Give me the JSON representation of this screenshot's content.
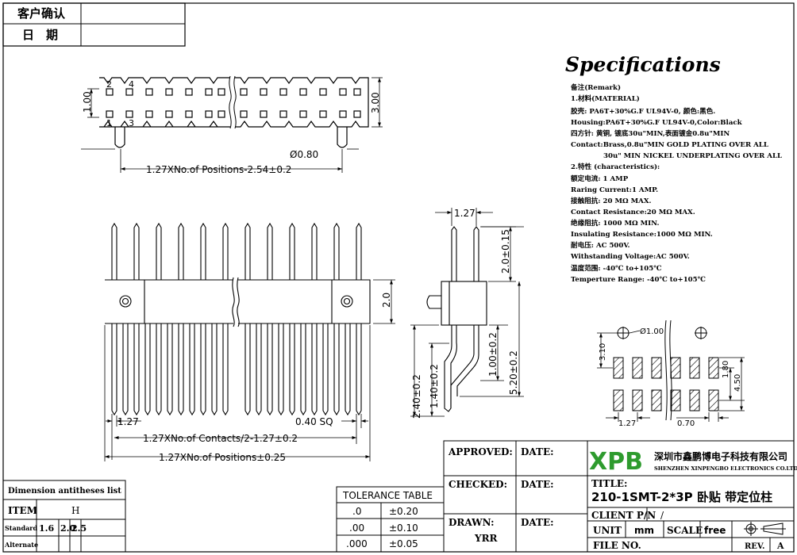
{
  "corner_box": {
    "customer_confirm": "客户确认",
    "date": "日　期"
  },
  "spec": {
    "title": "Specifications",
    "lines": [
      "备注(Remark)",
      "1.材料(MATERIAL)",
      "胶壳: PA6T+30%G.F UL94V-0, 颜色:黑色.",
      "Housing:PA6T+30%G.F UL94V-0,Color:Black",
      "四方针: 黄铜, 镀底30u\"MIN,表面镀金0.8u\"MIN",
      "Contact:Brass,0.8u\"MIN GOLD PLATING OVER ALL",
      "30u\" MIN NICKEL UNDERPLATING OVER ALL",
      "2.特性 (characteristics):",
      "额定电流: 1 AMP",
      "Raring Current:1 AMP.",
      "接触阻抗: 20 MΩ MAX.",
      "Contact Resistance:20 MΩ MAX.",
      "绝缘阻抗: 1000 MΩ MIN.",
      "Insulating Resistance:1000 MΩ  MIN.",
      "耐电压: AC 500V.",
      "Withstanding Voltage:AC 500V.",
      "温度范围: -40℃ to+105℃",
      "Temperture Range: -40℃ to+105℃"
    ]
  },
  "top_view": {
    "dim_height": "1.00",
    "dim_total": "3.00",
    "pin_label_2": "2",
    "pin_label_4": "4",
    "pin_label_1": "1",
    "pin_label_3": "3",
    "dim_peg": "Ø0.80",
    "dim_length": "1.27XNo.of Positions-2.54±0.2"
  },
  "front_view": {
    "dim_body": "2.0",
    "dim_pitch": "1.27",
    "dim_sq": "0.40 SQ",
    "dim_contacts": "1.27XNo.of Contacts/2-1.27±0.2",
    "dim_positions": "1.27XNo.of Positions±0.25"
  },
  "side_view": {
    "dim_pitch": "1.27",
    "dim_top": "2.0±0.15",
    "dim_a": "2.40±0.2",
    "dim_b": "1.40±0.2",
    "dim_c": "1.00±0.2",
    "dim_d": "5.20±0.2"
  },
  "pcb_layout": {
    "dim_hole": "Ø1.00",
    "dim_310": "3.10",
    "dim_180": "1.80",
    "dim_450": "4.50",
    "dim_127": "1.27",
    "dim_070": "0.70"
  },
  "dimension_list": {
    "title": "Dimension antitheses list",
    "item_label": "ITEM",
    "item_value": "H",
    "standard_label": "Standard",
    "standard_values": [
      "1.6",
      "2.0",
      "2.5"
    ],
    "alternate_label": "Alternate"
  },
  "tolerance": {
    "title": "TOLERANCE TABLE",
    "rows": [
      {
        "digits": ".0",
        "tol": "±0.20"
      },
      {
        "digits": ".00",
        "tol": "±0.10"
      },
      {
        "digits": ".000",
        "tol": "±0.05"
      }
    ]
  },
  "title_block": {
    "approved": "APPROVED:",
    "checked": "CHECKED:",
    "drawn": "DRAWN:",
    "drawn_by": "YRR",
    "date1": "DATE:",
    "date2": "DATE:",
    "date3": "DATE:",
    "logo": "XPB",
    "company_cn": "深圳市鑫鹏博电子科技有限公司",
    "company_en": "SHENZHEN XINPENGBO ELECTRONICS CO.LTD",
    "title_label": "TITLE:",
    "title_value": "210-1SMT-2*3P 卧贴 带定位柱",
    "client_label": "CLIENT P/N",
    "client_value": "/",
    "unit_label": "UNIT",
    "unit_value": "mm",
    "scale_label": "SCALE",
    "scale_value": "free",
    "file_label": "FILE NO.",
    "rev_label": "REV.",
    "rev_value": "A"
  },
  "colors": {
    "line": "#000000",
    "logo_green": "#2e9b2e"
  }
}
